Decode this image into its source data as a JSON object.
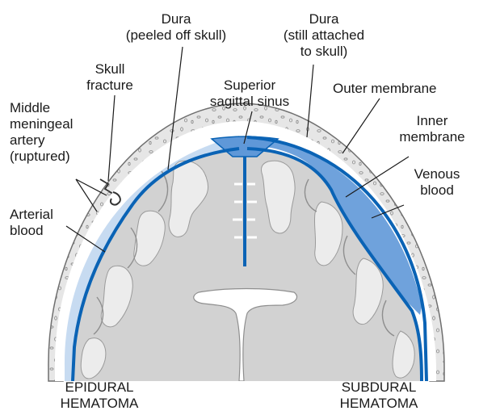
{
  "labels": {
    "dura_peeled": "Dura\n(peeled off skull)",
    "dura_attached": "Dura\n(still attached\nto skull)",
    "skull_fracture": "Skull\nfracture",
    "superior_sagittal_sinus": "Superior\nsagittal sinus",
    "outer_membrane": "Outer membrane",
    "middle_meningeal_artery": "Middle\nmeningeal\nartery\n(ruptured)",
    "inner_membrane": "Inner\nmembrane",
    "venous_blood": "Venous\nblood",
    "arterial_blood": "Arterial\nblood",
    "epidural_hematoma": "EPIDURAL\nHEMATOMA",
    "subdural_hematoma": "SUBDURAL\nHEMATOMA"
  },
  "colors": {
    "skull_fill": "#e4e4e4",
    "skull_outline": "#6f6f6f",
    "dura": "#0a63b5",
    "arterial_blood": "#c7dbf1",
    "venous_blood": "#6fa2dc",
    "sinus": "#5f98d8",
    "brain_gray": "#d2d2d2",
    "cortex_light": "#ececec",
    "white_matter": "#ffffff"
  }
}
